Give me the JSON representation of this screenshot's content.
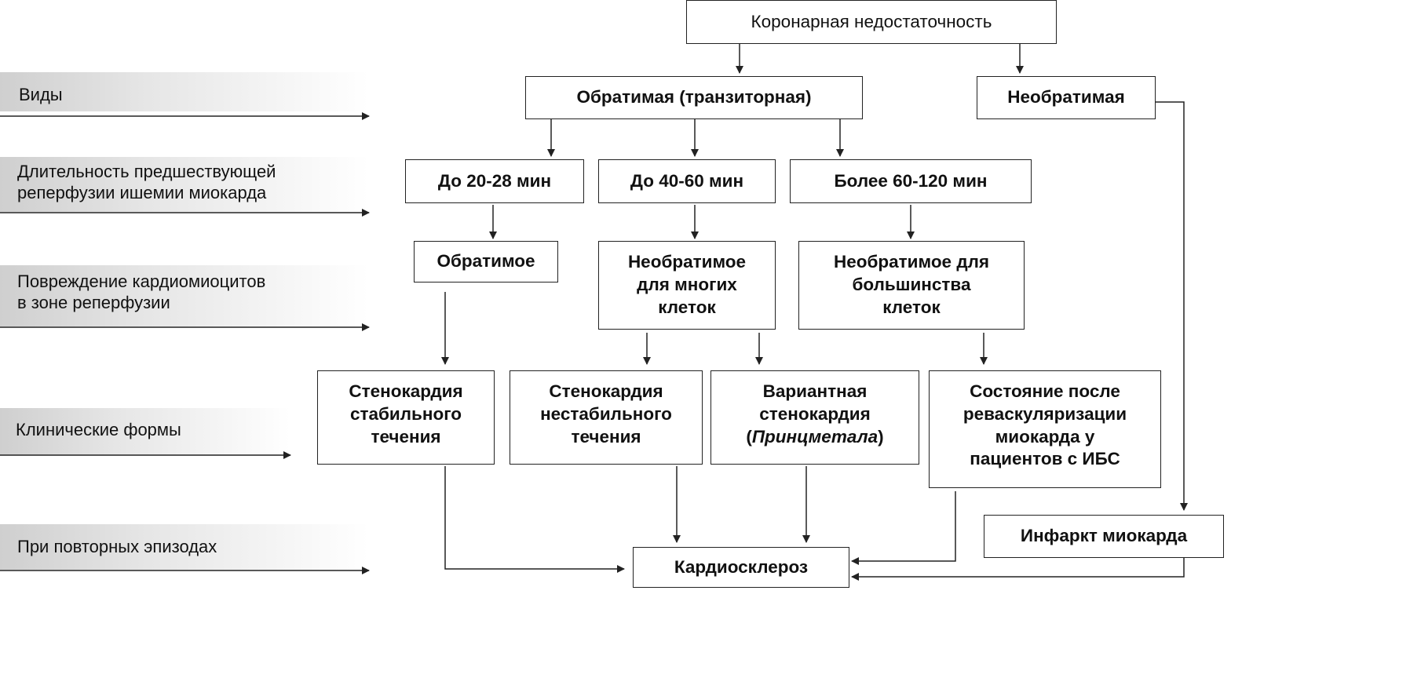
{
  "levels": [
    {
      "label": "Виды"
    },
    {
      "label": "Длительность предшествующей\nреперфузии ишемии миокарда"
    },
    {
      "label": "Повреждение кардиомиоцитов\nв зоне реперфузии"
    },
    {
      "label": "Клинические формы"
    },
    {
      "label": "При повторных эпизодах"
    }
  ],
  "nodes": {
    "root": "Коронарная недостаточность",
    "reversible": "Обратимая (транзиторная)",
    "irreversible": "Необратимая",
    "dur1": "До 20-28 мин",
    "dur2": "До 40-60 мин",
    "dur3": "Более 60-120 мин",
    "dmg1": "Обратимое",
    "dmg2": "Необратимое\nдля многих\nклеток",
    "dmg3": "Необратимое для\nбольшинства\nклеток",
    "form1": "Стенокардия\nстабильного\nтечения",
    "form2": "Стенокардия\nнестабильного\nтечения",
    "form3_line1": "Вариантная",
    "form3_line2": "стенокардия",
    "form3_paren_open": "(",
    "form3_italic": "Принцметала",
    "form3_paren_close": ")",
    "form4": "Состояние после\nреваскуляризации\nмиокарда у\nпациентов с ИБС",
    "infarct": "Инфаркт миокарда",
    "cardiosclerosis": "Кардиосклероз"
  }
}
